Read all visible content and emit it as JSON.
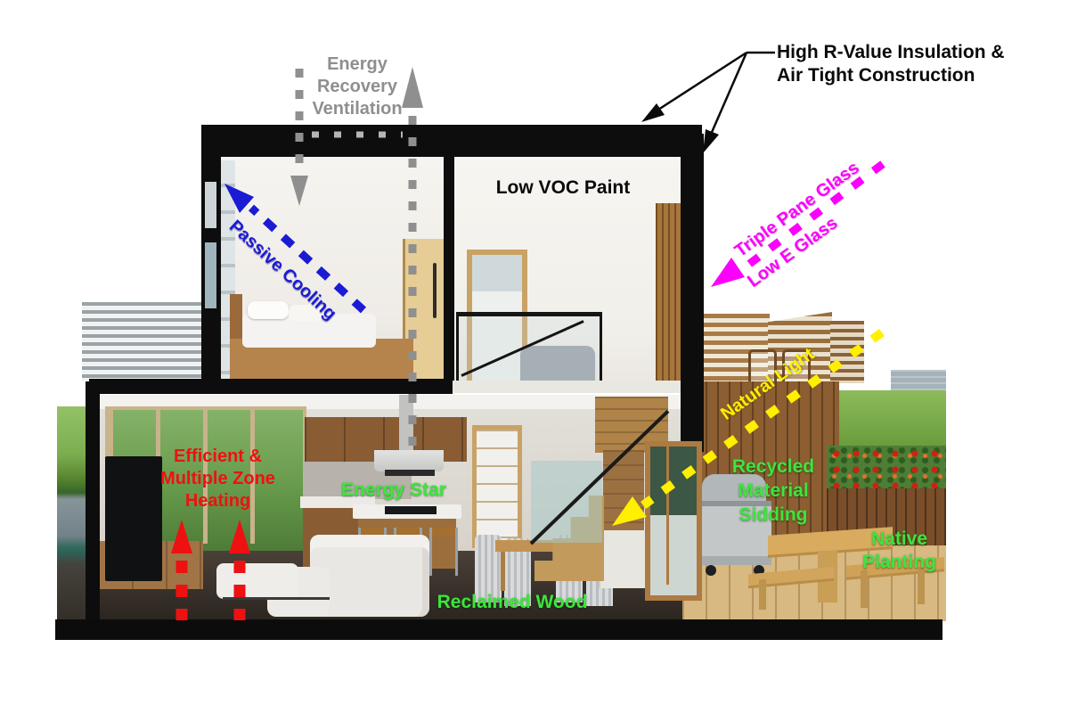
{
  "canvas": {
    "background": "#ffffff",
    "outline_color": "#0d0d0d"
  },
  "annotations": {
    "energy_recovery_ventilation": {
      "lines": [
        "Energy",
        "Recovery",
        "Ventilation"
      ],
      "color": "#8f8f8f"
    },
    "high_r_value_insulation": {
      "lines": [
        "High R-Value Insulation &",
        "Air Tight Construction"
      ],
      "color": "#0a0a0a"
    },
    "low_voc_paint": {
      "label": "Low VOC Paint",
      "color": "#0a0a0a"
    },
    "passive_cooling": {
      "label": "Passive Cooling",
      "color": "#1b1bd4"
    },
    "triple_pane_glass": {
      "label": "Triple Pane Glass",
      "color": "#fb00fb"
    },
    "low_e_glass": {
      "label": "Low E Glass",
      "color": "#fb00fb"
    },
    "natural_light": {
      "label": "Natural Light",
      "color": "#ffef00"
    },
    "efficient_multiple_zone_heating": {
      "lines": [
        "Efficient &",
        "Multiple Zone",
        "Heating"
      ],
      "color": "#ee1111"
    },
    "energy_star": {
      "label": "Energy Star",
      "color": "#3ee43e"
    },
    "recycled_material_sidding": {
      "lines": [
        "Recycled",
        "Material",
        "Sidding"
      ],
      "color": "#3ee43e"
    },
    "reclaimed_wood": {
      "label": "Reclaimed Wood",
      "color": "#3ee43e"
    },
    "native_planting": {
      "lines": [
        "Native",
        "Planting"
      ],
      "color": "#3ee43e"
    }
  }
}
